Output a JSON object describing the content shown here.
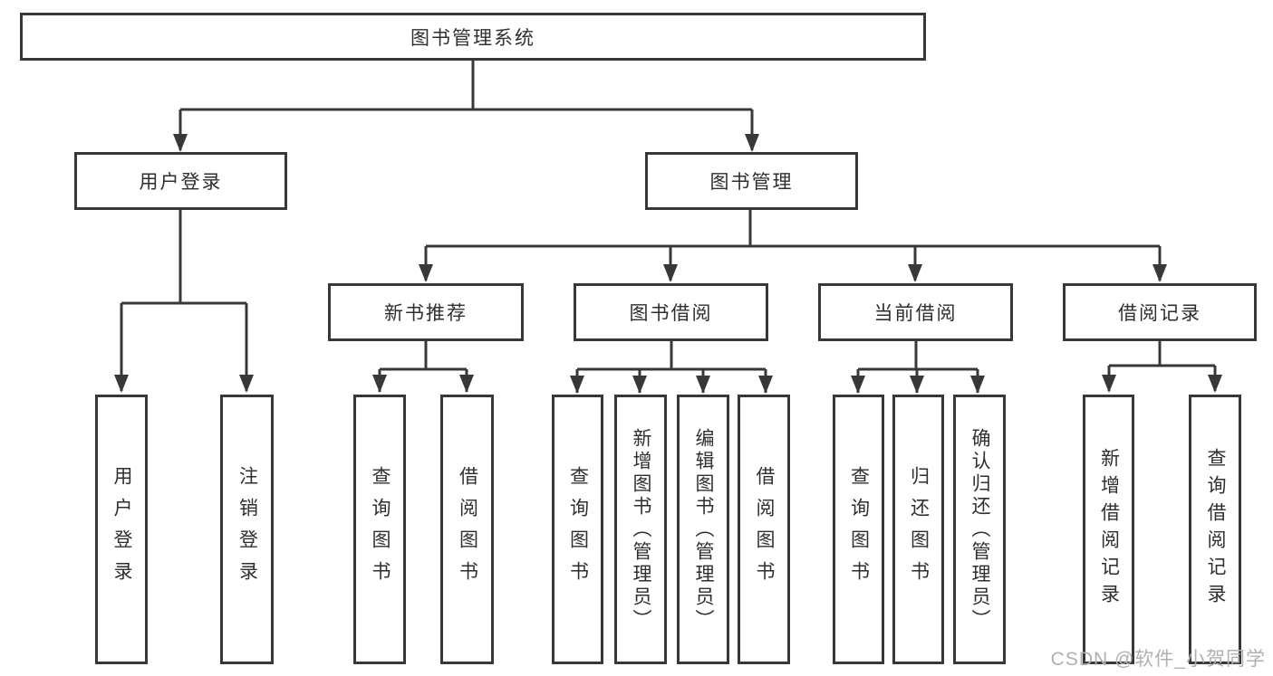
{
  "colors": {
    "line": "#383838",
    "text": "#2f2f2f",
    "watermark": "#b0b0b0",
    "background": "#ffffff"
  },
  "watermark": "CSDN @软件_小贺同学",
  "nodes": {
    "root": "图书管理系统",
    "user_login": "用户登录",
    "book_mgmt": "图书管理",
    "new_books": "新书推荐",
    "book_borrow": "图书借阅",
    "current_borrow": "当前借阅",
    "borrow_records": "借阅记录",
    "leaf_user_login": "用户登录",
    "leaf_logout": "注销登录",
    "leaf_nb_query": "查询图书",
    "leaf_nb_borrow": "借阅图书",
    "leaf_bb_query": "查询图书",
    "leaf_bb_add": "新增图书（管理员）",
    "leaf_bb_edit": "编辑图书（管理员）",
    "leaf_bb_borrow": "借阅图书",
    "leaf_cb_query": "查询图书",
    "leaf_cb_return": "归还图书",
    "leaf_cb_confirm": "确认归还（管理员）",
    "leaf_br_add": "新增借阅记录",
    "leaf_br_query": "查询借阅记录"
  }
}
